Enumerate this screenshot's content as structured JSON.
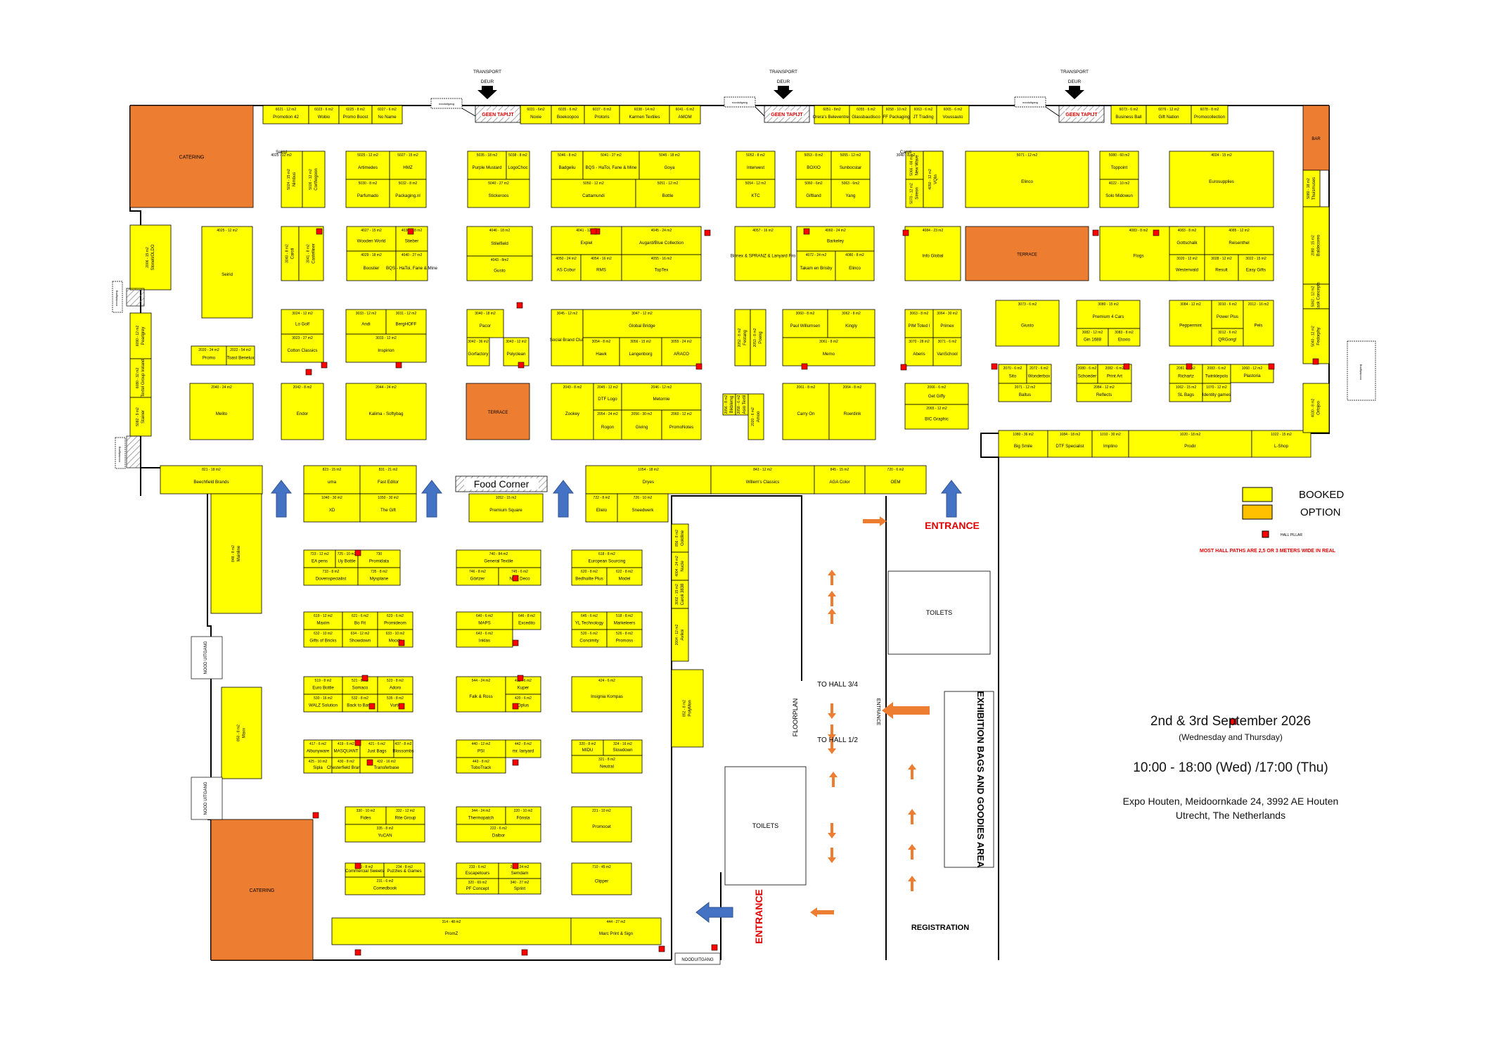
{
  "colors": {
    "booked": "#ffff00",
    "option": "#ffc000",
    "catering": "#ed7d31",
    "pillar": "#ff0000",
    "arrow_blue": "#4472c4",
    "arrow_orange": "#ed7d31",
    "entrance_text": "#e00000"
  },
  "transport_doors": {
    "label_top": "TRANSPORT",
    "label_bottom": "DEUR",
    "geen_tapijt": "GEEN TAPIJT",
    "nooduitgang_small": "nooduitgang"
  },
  "areas": {
    "catering": "CATERING",
    "bar": "BAR",
    "terrace": "TERRACE",
    "food_corner": "Food Corner",
    "toilets": "TOILETS",
    "to_hall_34": "TO HALL 3/4",
    "to_hall_12": "TO HALL 1/2",
    "floorplan": "FLOORPLAN",
    "entrance": "ENTRANCE",
    "registration": "REGISTRATION",
    "exhibition_bags": "EXHIBITION BAGS AND GOODIES AREA",
    "nood_uitgang": "NOOD UITGANG",
    "nooduitgang": "NOODUITGANG"
  },
  "legend": {
    "booked": "BOOKED",
    "option": "OPTION",
    "hall_pillar": "HALL PILLAR",
    "note": "MOST HALL PATHS ARE 2,5 OR 3 METERS WIDE IN REAL"
  },
  "event": {
    "dates": "2nd & 3rd September 2026",
    "days": "(Wednesday and Thursday)",
    "hours": "10:00 - 18:00 (Wed) /17:00 (Thu)",
    "address_line1": "Expo Houten, Meidoornkade 24, 3992 AE Houten",
    "address_line2": "Utrecht, The Netherlands"
  },
  "booths": [
    [
      "6021 - 12 m2",
      "Promotion 42"
    ],
    [
      "6023 - 6 m2",
      "Wobio"
    ],
    [
      "6025 - 8 m2",
      "Promo Boost"
    ],
    [
      "6027 - 6 m2",
      "No Name"
    ],
    [
      "6031 - 6m2",
      "Noxie"
    ],
    [
      "6035 - 6 m2",
      "Boekoopoo"
    ],
    [
      "6037 - 8 m2",
      "Protoris"
    ],
    [
      "6038 - 14 m2",
      "Karmen Textiles"
    ],
    [
      "6041 - 6 m2",
      "AMOM"
    ],
    [
      "6051 - 8m2",
      "Orera's Beleventrea"
    ],
    [
      "6055 - 6 m2",
      "Glassbaudisco"
    ],
    [
      "6058 - 10 m2",
      "FF Packaging"
    ],
    [
      "6063 - 6 m2",
      "JT Trading"
    ],
    [
      "6065 - 6 m2",
      "Voussauto"
    ],
    [
      "6073 - 6 m2",
      "Business Ball"
    ],
    [
      "6076 - 12 m2",
      "Gift Nation"
    ],
    [
      "6078 - 8 m2",
      "Promocollection"
    ],
    [
      "5024 - 15 m2",
      "Nimbus"
    ],
    [
      "5026 - 12 m2",
      "Corthogoon"
    ],
    [
      "5025 - 12 m2",
      "Artimedes"
    ],
    [
      "5027 - 15 m2",
      "HMZ"
    ],
    [
      "5030 - 8 m2",
      "Parfumado"
    ],
    [
      "5032 - 8 m2",
      "Packaging.nl"
    ],
    [
      "5035 - 18 m2",
      "Purple Mustard"
    ],
    [
      "5038 - 8 m2",
      "LogoChoc"
    ],
    [
      "5040 - 27 m2",
      "Stickeroos"
    ],
    [
      "5046 - 8 m2",
      "Badgeliu"
    ],
    [
      "5041 - 27 m2",
      "BQS - HaToi, Fane & Mine"
    ],
    [
      "5045 - 18 m2",
      "Goya"
    ],
    [
      "5050 - 12 m2",
      "Cattamundi"
    ],
    [
      "5051 - 12 m2",
      "Bottle"
    ],
    [
      "5052 - 8 m2",
      "Interwest"
    ],
    [
      "5054 - 12 m2",
      "KTC"
    ],
    [
      "5053 - 8 m2",
      "BOXIO"
    ],
    [
      "5055 - 12 m2",
      "Sunbocstar"
    ],
    [
      "5060 - 6m2",
      "Giftland"
    ],
    [
      "5063 - 6m2",
      "Yang"
    ],
    [
      "5066 - 66 m2",
      "New Wave"
    ],
    [
      "5070 - 12 m2",
      "Sireon"
    ],
    [
      "5071 - 12 m2",
      "Elinco"
    ],
    [
      "5080 - 60 m2",
      "Toppoint"
    ],
    [
      "4022 - 10 m2",
      "Solo Midowun"
    ],
    [
      "4024 - 15 m2",
      "Eurosupplies"
    ],
    [
      "4026 - 9 m2",
      "BB lsit"
    ],
    [
      "4025 - 12 m2",
      "Seirid"
    ],
    [
      "4027 - 15 m2",
      "Wooden World"
    ],
    [
      "4030 - 18 m2",
      "Stieber"
    ],
    [
      "4029 - 18 m2",
      "Boostier"
    ],
    [
      "4040 - 27 m2",
      "BQS - HaToi, Fane & Mine"
    ],
    [
      "4046 - 18 m2",
      "Stilelfield"
    ],
    [
      "4043 - 8m2",
      "Gusto"
    ],
    [
      "4041 - 12 m2",
      "Expiel"
    ],
    [
      "4045 - 24 m2",
      "Augard/Blue Collection"
    ],
    [
      "4050 - 24 m2",
      "AS Cobur"
    ],
    [
      "4054 - 16 m2",
      "RMS"
    ],
    [
      "4055 - 16 m2",
      "TopTex"
    ],
    [
      "4057 - 16 m2",
      "Bilinex & SPRANZ & Lanyard Pro"
    ],
    [
      "4060 - 24 m2",
      "Barkeley"
    ],
    [
      "4072 - 24 m2",
      "Takam en Brisby"
    ],
    [
      "4080 - 8 m2",
      "Elinco"
    ],
    [
      "4084 - 23 m2",
      "Info Global"
    ],
    [
      "4083 - 8 m2",
      "Flogs"
    ],
    [
      "4083 - 8 m2",
      "Gottschalk"
    ],
    [
      "4085 - 12 m2",
      "Reisenthel"
    ],
    [
      "3020 - 12 m2",
      "Westerwald"
    ],
    [
      "3028 - 12 m2",
      "Result"
    ],
    [
      "3022 - 15 m2",
      "Easy Gifts"
    ],
    [
      "3024 - 12 m2",
      "Lo Golf"
    ],
    [
      "3023 - 27 m2",
      "Cotton Classics"
    ],
    [
      "3033 - 12 m2",
      "Andi"
    ],
    [
      "3031 - 12 m2",
      "BergHOFF"
    ],
    [
      "3033 - 12 m2",
      "Inspirion"
    ],
    [
      "3040 - 18 m2",
      "Pacor"
    ],
    [
      "3042 - 36 m2",
      "Gorfactory"
    ],
    [
      "3043 - 12 m2",
      "Polyclean"
    ],
    [
      "3045 - 12 m2",
      "Social Brand Club"
    ],
    [
      "3047 - 12 m2",
      "Global Bridge"
    ],
    [
      "3054 - 8 m2",
      "Hawk"
    ],
    [
      "3056 - 15 m2",
      "Langenborg"
    ],
    [
      "3055 - 24 m2",
      "ARACO"
    ],
    [
      "3060 - 8 m2",
      "Paul Willumsen"
    ],
    [
      "3062 - 8 m2",
      "Kingly"
    ],
    [
      "3061 - 8 m2",
      "Memo"
    ],
    [
      "3063 - 8 m2",
      "PIM Toted I"
    ],
    [
      "3064 - 30 m2",
      "Primex"
    ],
    [
      "3070 - 28 m2",
      "Aberis"
    ],
    [
      "3071 - 6 m2",
      "VanSchool"
    ],
    [
      "3073 - 6 m2",
      "Giusto"
    ],
    [
      "3080 - 15 m2",
      "Premium 4 Cars"
    ],
    [
      "3082 - 12 m2",
      "Gin 1688"
    ],
    [
      "3083 - 8 m2",
      "Etoxio"
    ],
    [
      "3084 - 12 m2",
      "Peppermint"
    ],
    [
      "3010 - 6 m2",
      "Power Plus"
    ],
    [
      "3012 - 6 m2",
      "QRGong!"
    ],
    [
      "2012 - 16 m2",
      "Pels"
    ],
    [
      "2020 - 24 m2",
      "Promo"
    ],
    [
      "2022 - 54 m2",
      "Toast Benelux"
    ],
    [
      "2040 - 24 m2",
      "Melito"
    ],
    [
      "2042 - 8 m2",
      "Endor"
    ],
    [
      "2044 - 24 m2",
      "Kalima - Softybag"
    ],
    [
      "2043 - 8 m2",
      "Zookey"
    ],
    [
      "2045 - 12 m2",
      "DTF Logo"
    ],
    [
      "2046 - 12 m2",
      "Metornie"
    ],
    [
      "2054 - 24 m2",
      "Rogon"
    ],
    [
      "2056 - 30 m2",
      "Giving"
    ],
    [
      "2060 - 12 m2",
      "PromoNotes"
    ],
    [
      "2061 - 8 m2",
      "Carry On"
    ],
    [
      "2064 - 8 m2",
      "Roerdink"
    ],
    [
      "2066 - 6 m2",
      "Get Giffy"
    ],
    [
      "2065 - 12 m2",
      "BIC Graphic"
    ],
    [
      "2070 - 6 m2",
      "Sito"
    ],
    [
      "2072 - 6 m2",
      "Wonderbox"
    ],
    [
      "2071 - 12 m2",
      "Baltus"
    ],
    [
      "2080 - 6 m2",
      "Schoeder"
    ],
    [
      "2082 - 6 m2",
      "Print Art"
    ],
    [
      "2084 - 12 m2",
      "Reflects"
    ],
    [
      "2081 - 6 m2",
      "Richartz"
    ],
    [
      "2083 - 6 m2",
      "Twinklepolo"
    ],
    [
      "1060 - 12 m2",
      "Plastoria"
    ],
    [
      "1062 - 15 m2",
      "SL Bags"
    ],
    [
      "1070 - 12 m2",
      "Identity games"
    ],
    [
      "1080 - 36 m2",
      "Big Smile"
    ],
    [
      "1084 - 18 m2",
      "DTF Specialist"
    ],
    [
      "1010 - 30 m2",
      "Implino"
    ],
    [
      "1020 - 18 m2",
      "Prodir"
    ],
    [
      "1022 - 15 m2",
      "L-Shop"
    ],
    [
      "821 - 18 m2",
      "Beechfield Brands"
    ],
    [
      "823 - 15 m2",
      "uma"
    ],
    [
      "831 - 21 m2",
      "Fast Editor"
    ],
    [
      "1040 - 30 m2",
      "XD"
    ],
    [
      "1050 - 30 m2",
      "The Gift"
    ],
    [
      "1052 - 15 m2",
      "Premium Square"
    ],
    [
      "1054 - 18 m2",
      "Dryes"
    ],
    [
      "843 - 12 m2",
      "Willem's Classics"
    ],
    [
      "845 - 15 m2",
      "AGA Color"
    ],
    [
      "720 - 6 m2",
      "OEM"
    ],
    [
      "722 - 8 m2",
      "Elielo"
    ],
    [
      "726 - 10 m2",
      "Sneedwerk"
    ],
    [
      "723 - 12 m2",
      "EA pens"
    ],
    [
      "725 - 10 m2",
      "Uy Bottle"
    ],
    [
      "730",
      "Promidata"
    ],
    [
      "733 - 8 m2",
      "Dovenspecialist"
    ],
    [
      "735 - 8 m2",
      "Mysplane"
    ],
    [
      "740 - 84 m2",
      "General Textile"
    ],
    [
      "746 - 8 m2",
      "Görtzer"
    ],
    [
      "745 - 6 m2",
      "Noto Deco"
    ],
    [
      "618 - 8 m2",
      "European Sourcing"
    ],
    [
      "620 - 8 m2",
      "Bedhuilte Plus"
    ],
    [
      "622 - 8 m2",
      "Model"
    ],
    [
      "619 - 12 m2",
      "Maxim"
    ],
    [
      "621 - 6 m2",
      "Bo Fit"
    ],
    [
      "623 - 6 m2",
      "Promideom"
    ],
    [
      "632 - 10 m2",
      "Gifts of Bricks"
    ],
    [
      "634 - 12 m2",
      "Showdown"
    ],
    [
      "633 - 10 m2",
      "Moods"
    ],
    [
      "640 - 6 m2",
      "MAPS"
    ],
    [
      "646 - 8 m2",
      "Excedito"
    ],
    [
      "643 - 6 m2",
      "Inklas"
    ],
    [
      "645 - 6 m2",
      "YL Technology"
    ],
    [
      "518 - 8 m2",
      "Markeleers"
    ],
    [
      "520 - 6 m2",
      "Concimity"
    ],
    [
      "526 - 8 m2",
      "Promoss"
    ],
    [
      "519 - 8 m2",
      "Euro Bottle"
    ],
    [
      "521 - 8 m2",
      "Somaco"
    ],
    [
      "523 - 8 m2",
      "Adoro"
    ],
    [
      "530 - 16 m2",
      "WALZ Solution"
    ],
    [
      "532 - 8 m2",
      "Back to Basic"
    ],
    [
      "535 - 8 m2",
      "Vurto"
    ],
    [
      "544 - 24 m2",
      "Falk & Ross"
    ],
    [
      "418 - 6 m2",
      "Kuper"
    ],
    [
      "420 - 6 m2",
      "Oplus"
    ],
    [
      "424 - 6 m2",
      "Insignia Kompas"
    ],
    [
      "417 - 6 m2",
      "Albunyware"
    ],
    [
      "419 - 6 m2",
      "MASQUANT"
    ],
    [
      "421 - 6 m2",
      "Just Bags"
    ],
    [
      "425 - 10 m2",
      "Sipla"
    ],
    [
      "430 - 8 m2",
      "Chesterfield Brands"
    ],
    [
      "432 - 16 m2",
      "Transferbase"
    ],
    [
      "437 - 8 m2",
      "Blossombs"
    ],
    [
      "440 - 12 m2",
      "PSI"
    ],
    [
      "442 - 8 m2",
      "mr. lanyard"
    ],
    [
      "443 - 8 m2",
      "ToboTrack"
    ],
    [
      "320 - 8 m2",
      "MIDU"
    ],
    [
      "324 - 16 m2",
      "Slowdown"
    ],
    [
      "321 - 8 m2",
      "Neutral"
    ],
    [
      "330 - 10 m2",
      "Fides"
    ],
    [
      "332 - 12 m2",
      "Rite Group"
    ],
    [
      "335 - 8 m2",
      "YuCAN"
    ],
    [
      "344 - 24 m2",
      "Thermopatch"
    ],
    [
      "220 - 10 m2",
      "Fönsta"
    ],
    [
      "222 - 6 m2",
      "Dalbor"
    ],
    [
      "221 - 10 m2",
      "Promocet"
    ],
    [
      "230 - 8 m2",
      "Commercial Sweets"
    ],
    [
      "234 - 8 m2",
      "Puzzles & Games"
    ],
    [
      "231 - 6 m2",
      "Comedbook"
    ],
    [
      "233 - 6 m2",
      "Escapetours"
    ],
    [
      "240 - 24 m2",
      "Semdam"
    ],
    [
      "320 - 69 m2",
      "PF Concept"
    ],
    [
      "340 - 27 m2",
      "Sprint"
    ],
    [
      "710 - 45 m2",
      "Clipper"
    ],
    [
      "314 - 48 m2",
      "PromZ"
    ],
    [
      "444 - 27 m2",
      "Marc Print & Sign"
    ],
    [
      "848 - 8 m2",
      "Mainline"
    ],
    [
      "850 - 8 m2",
      "Maxx"
    ],
    [
      "852 - 8 m2",
      "PolyMon"
    ],
    [
      "856 - 8 m2",
      "Goldline"
    ],
    [
      "4004 - 24 m2",
      "Nucle"
    ],
    [
      "3002 - 15 m2",
      "Caroli 3838"
    ],
    [
      "2004 - 12 m2",
      "Avikoi"
    ],
    [
      "2006 - 15 m2",
      "Stonell/OLDO"
    ],
    [
      "6090 - 12 m2",
      "Pearlgrey"
    ],
    [
      "6080 - 32 m2",
      "Textel Group Ireland"
    ],
    [
      "5082 - 9 m2",
      "Stainer"
    ],
    [
      "5080 - 18 m2",
      "Thuismuses"
    ],
    [
      "2080 - 15 m2",
      "Baldecoreo"
    ],
    [
      "5062 - 12 m2",
      "Cask Concepts"
    ],
    [
      "5040 - 12 m2",
      "Fedorphy"
    ],
    [
      "4030 - 8 m2",
      "Ortojoo"
    ],
    [
      "4050 - 12 m2",
      "VQIn"
    ],
    [
      "3040 - 8 m2",
      "Caroti"
    ],
    [
      "3041 - 8 m2",
      "Castelliner"
    ],
    [
      "2052 - 8 m2",
      "Festang"
    ],
    [
      "2053 - 8 m2",
      "Poeng"
    ],
    [
      "2056 - 8 m2",
      "Bikblemg"
    ],
    [
      "2058 - 6 m2",
      "Asio Textil"
    ],
    [
      "2020 - 6 m2",
      "Amoo"
    ]
  ]
}
